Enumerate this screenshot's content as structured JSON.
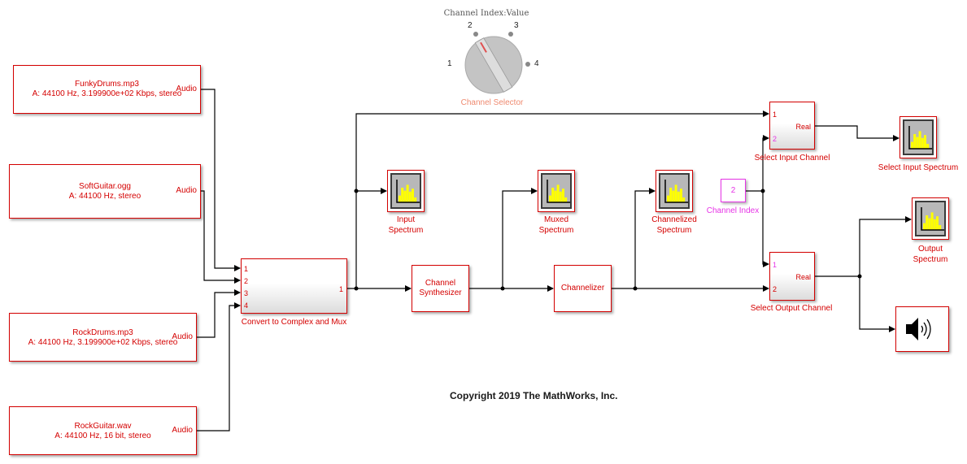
{
  "diagram": {
    "copyright": "Copyright 2019 The MathWorks, Inc.",
    "knob": {
      "title": "Channel Index:Value",
      "ticks": [
        "1",
        "2",
        "3",
        "4"
      ],
      "selected_value": 2,
      "label": "Channel Selector"
    },
    "sources": [
      {
        "file": "FunkyDrums.mp3",
        "info": "A: 44100 Hz, 3.199900e+02 Kbps, stereo",
        "port": "Audio"
      },
      {
        "file": "SoftGuitar.ogg",
        "info": "A: 44100 Hz, stereo",
        "port": "Audio"
      },
      {
        "file": "RockDrums.mp3",
        "info": "A: 44100 Hz, 3.199900e+02 Kbps, stereo",
        "port": "Audio"
      },
      {
        "file": "RockGuitar.wav",
        "info": "A: 44100 Hz, 16 bit, stereo",
        "port": "Audio"
      }
    ],
    "mux": {
      "label": "Convert to Complex and Mux",
      "in_ports": [
        "1",
        "2",
        "3",
        "4"
      ],
      "out_port": "1"
    },
    "synth": {
      "label": "Channel Synthesizer"
    },
    "channelizer": {
      "label": "Channelizer"
    },
    "constant": {
      "value": "2",
      "label": "Channel Index"
    },
    "select_input": {
      "label": "Select Input Channel",
      "in_ports": [
        "1",
        "2"
      ],
      "out_port": "Real"
    },
    "select_output": {
      "label": "Select Output Channel",
      "in_ports": [
        "1",
        "2"
      ],
      "out_port": "Real"
    },
    "scopes": {
      "input": {
        "label_line1": "Input",
        "label_line2": "Spectrum"
      },
      "muxed": {
        "label_line1": "Muxed",
        "label_line2": "Spectrum"
      },
      "channelized": {
        "label_line1": "Channelized",
        "label_line2": "Spectrum"
      },
      "select_input": {
        "label_line1": "Select Input Spectrum"
      },
      "output": {
        "label_line1": "Output",
        "label_line2": "Spectrum"
      }
    },
    "audio_out": {
      "icon": "speaker-icon"
    },
    "colors": {
      "block_border": "#d40000",
      "constant": "#e633e6",
      "knob_label": "#ef8a70",
      "scope_bars": "#ffff00"
    }
  }
}
